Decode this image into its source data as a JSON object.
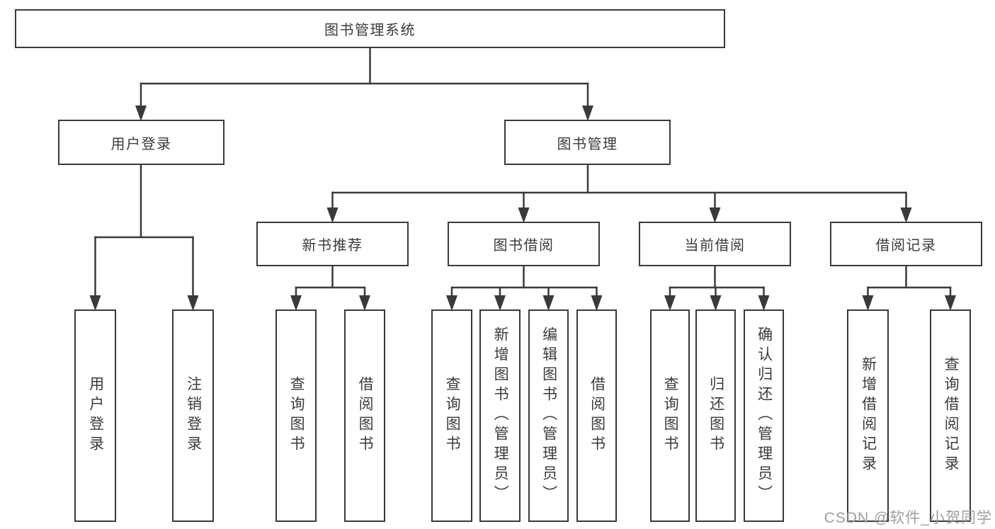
{
  "diagram_title": "图书管理系统",
  "tree": {
    "root": {
      "label": "图书管理系统"
    },
    "level2": [
      {
        "id": "user-login",
        "label": "用户登录",
        "parent": "图书管理系统"
      },
      {
        "id": "book-management",
        "label": "图书管理",
        "parent": "图书管理系统"
      }
    ],
    "level3": [
      {
        "id": "new-book-recommend",
        "label": "新书推荐",
        "parent": "图书管理"
      },
      {
        "id": "book-borrow",
        "label": "图书借阅",
        "parent": "图书管理"
      },
      {
        "id": "current-borrow",
        "label": "当前借阅",
        "parent": "图书管理"
      },
      {
        "id": "borrow-records",
        "label": "借阅记录",
        "parent": "图书管理"
      }
    ],
    "leaves": [
      {
        "id": "leaf-user-login",
        "label": "用户登录",
        "parent": "用户登录"
      },
      {
        "id": "leaf-logout",
        "label": "注销登录",
        "parent": "用户登录"
      },
      {
        "id": "leaf-query-books-recommend",
        "label": "查询图书",
        "parent": "新书推荐"
      },
      {
        "id": "leaf-borrow-books-recommend",
        "label": "借阅图书",
        "parent": "新书推荐"
      },
      {
        "id": "leaf-query-books-borrow",
        "label": "查询图书",
        "parent": "图书借阅"
      },
      {
        "id": "leaf-add-books-admin",
        "label": "新增图书（管理员）",
        "parent": "图书借阅"
      },
      {
        "id": "leaf-edit-books-admin",
        "label": "编辑图书（管理员）",
        "parent": "图书借阅"
      },
      {
        "id": "leaf-borrow-books-borrow",
        "label": "借阅图书",
        "parent": "图书借阅"
      },
      {
        "id": "leaf-query-books-current",
        "label": "查询图书",
        "parent": "当前借阅"
      },
      {
        "id": "leaf-return-books",
        "label": "归还图书",
        "parent": "当前借阅"
      },
      {
        "id": "leaf-confirm-return-admin",
        "label": "确认归还（管理员）",
        "parent": "当前借阅"
      },
      {
        "id": "leaf-add-borrow-record",
        "label": "新增借阅记录",
        "parent": "借阅记录"
      },
      {
        "id": "leaf-query-borrow-record",
        "label": "查询借阅记录",
        "parent": "借阅记录"
      }
    ]
  },
  "watermark": {
    "text": "CSDN @软件_小贺同学"
  },
  "colors": {
    "background": "#ffffff",
    "box_border": "#3a3a3a",
    "connector_line": "#3a3a3a",
    "text": "#3b3b3b",
    "watermark": "#9e9e9e"
  }
}
